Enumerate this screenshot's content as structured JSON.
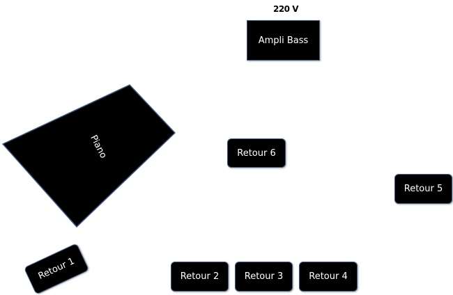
{
  "power": {
    "label": "220 V"
  },
  "amp": {
    "label": "Ampli Bass"
  },
  "piano": {
    "label": "Piano"
  },
  "monitors": {
    "retour_1": "Retour 1",
    "retour_2": "Retour 2",
    "retour_3": "Retour 3",
    "retour_4": "Retour 4",
    "retour_5": "Retour 5",
    "retour_6": "Retour 6"
  },
  "colors": {
    "fill": "#000000",
    "border": "#3d5b86",
    "text": "#ffffff",
    "background": "#ffffff"
  }
}
